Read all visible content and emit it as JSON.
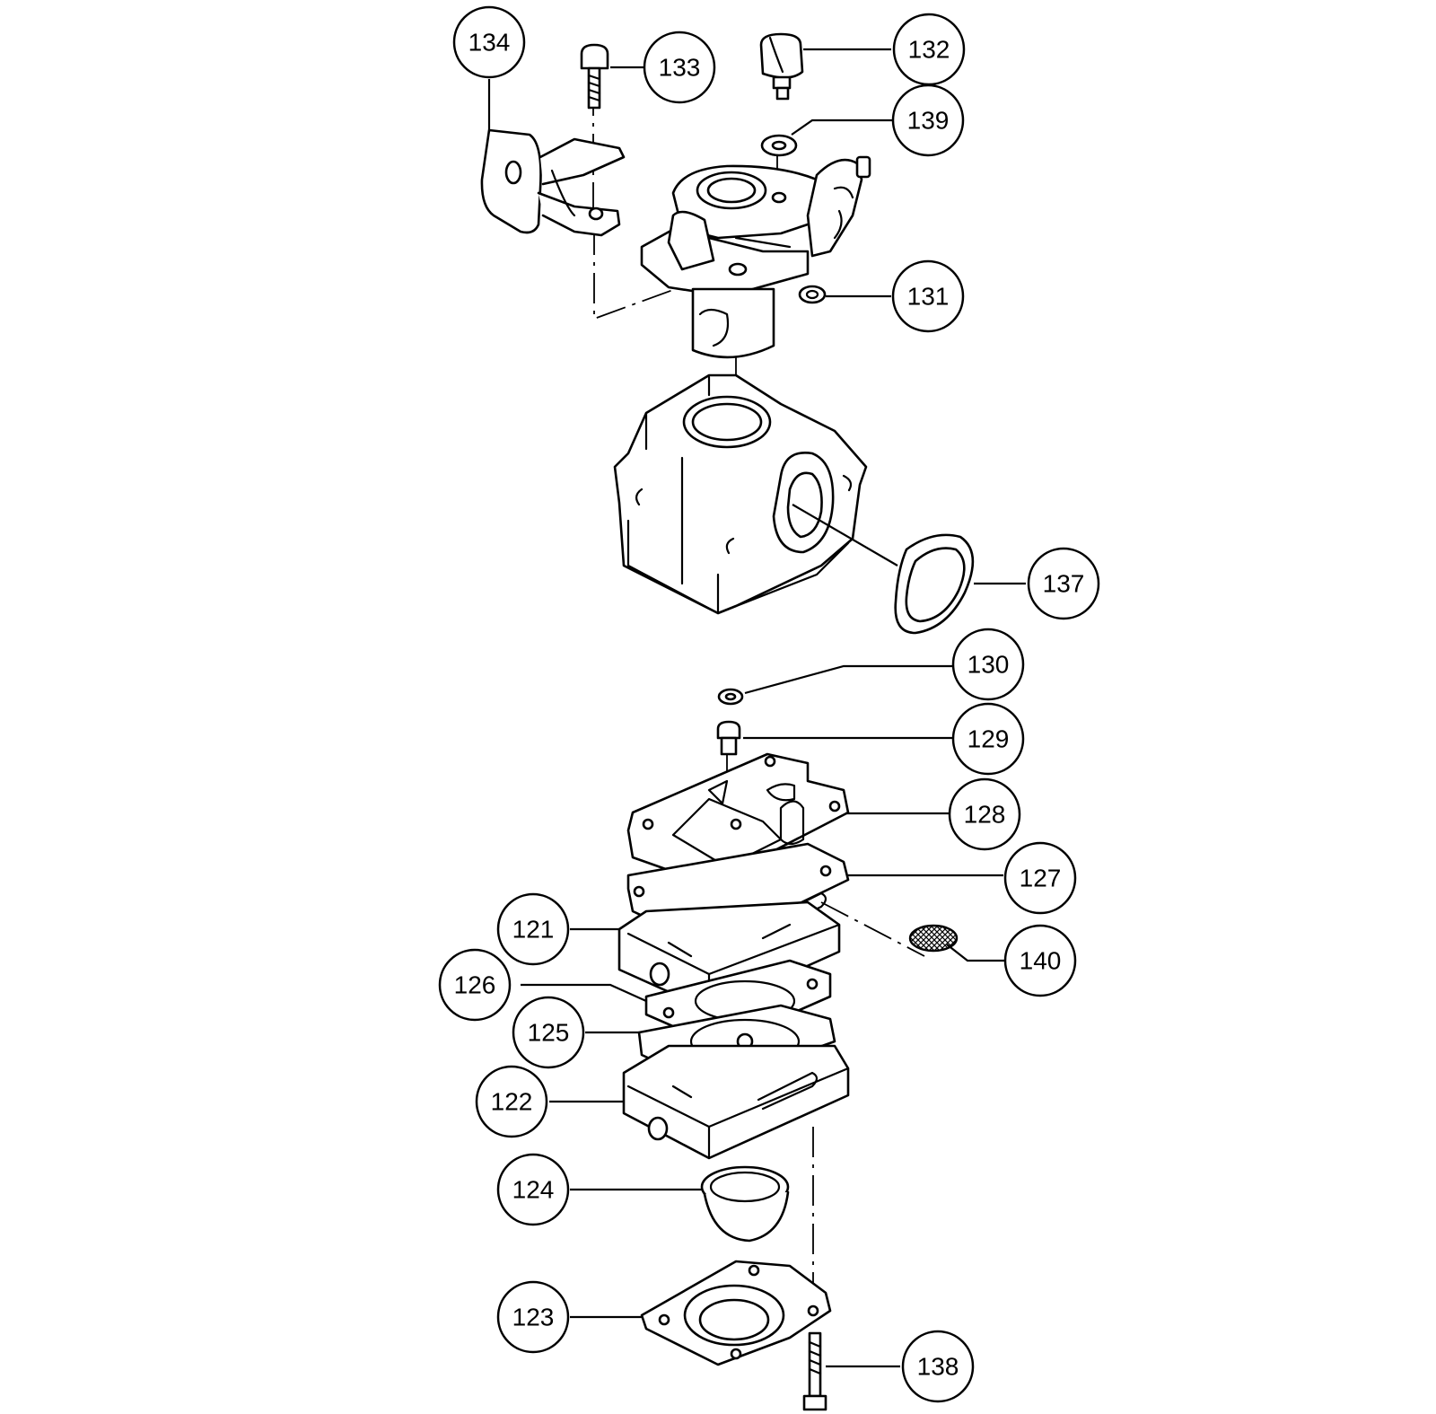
{
  "callouts": [
    {
      "id": "c121",
      "label": "121"
    },
    {
      "id": "c122",
      "label": "122"
    },
    {
      "id": "c123",
      "label": "123"
    },
    {
      "id": "c124",
      "label": "124"
    },
    {
      "id": "c125",
      "label": "125"
    },
    {
      "id": "c126",
      "label": "126"
    },
    {
      "id": "c127",
      "label": "127"
    },
    {
      "id": "c128",
      "label": "128"
    },
    {
      "id": "c129",
      "label": "129"
    },
    {
      "id": "c130",
      "label": "130"
    },
    {
      "id": "c131",
      "label": "131"
    },
    {
      "id": "c132",
      "label": "132"
    },
    {
      "id": "c133",
      "label": "133"
    },
    {
      "id": "c134",
      "label": "134"
    },
    {
      "id": "c137",
      "label": "137"
    },
    {
      "id": "c138",
      "label": "138"
    },
    {
      "id": "c139",
      "label": "139"
    },
    {
      "id": "c140",
      "label": "140"
    }
  ]
}
